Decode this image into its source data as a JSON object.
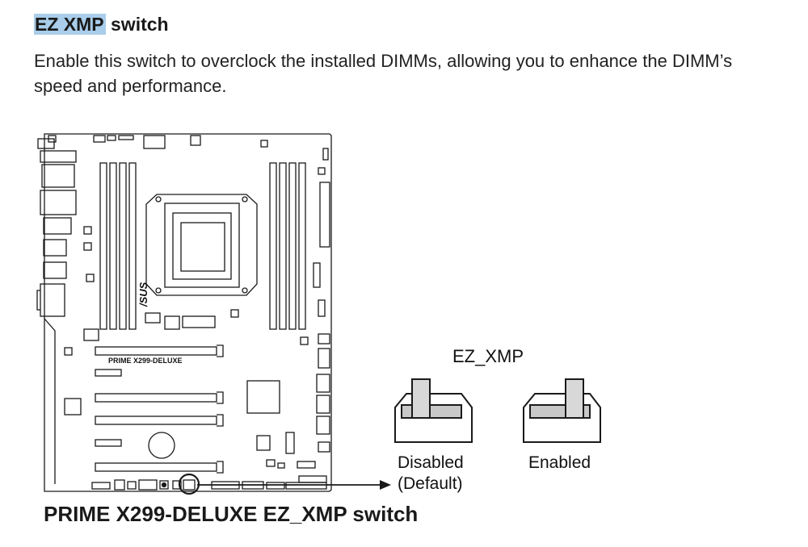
{
  "section": {
    "title_highlight": "EZ XMP",
    "title_rest": " switch",
    "description": "Enable this switch to overclock the installed DIMMs, allowing you to enhance the DIMM’s speed and performance."
  },
  "board": {
    "board_label": "PRIME X299-DELUXE",
    "brand_logo_text": "/SUS"
  },
  "switch": {
    "header_label": "EZ_XMP",
    "disabled_label": "Disabled",
    "default_note": "(Default)",
    "enabled_label": "Enabled"
  },
  "caption": "PRIME X299-DELUXE EZ_XMP switch",
  "colors": {
    "highlight": "#a9cdea",
    "line": "#1a1a1a",
    "switch_fill": "#c8c8c8"
  }
}
